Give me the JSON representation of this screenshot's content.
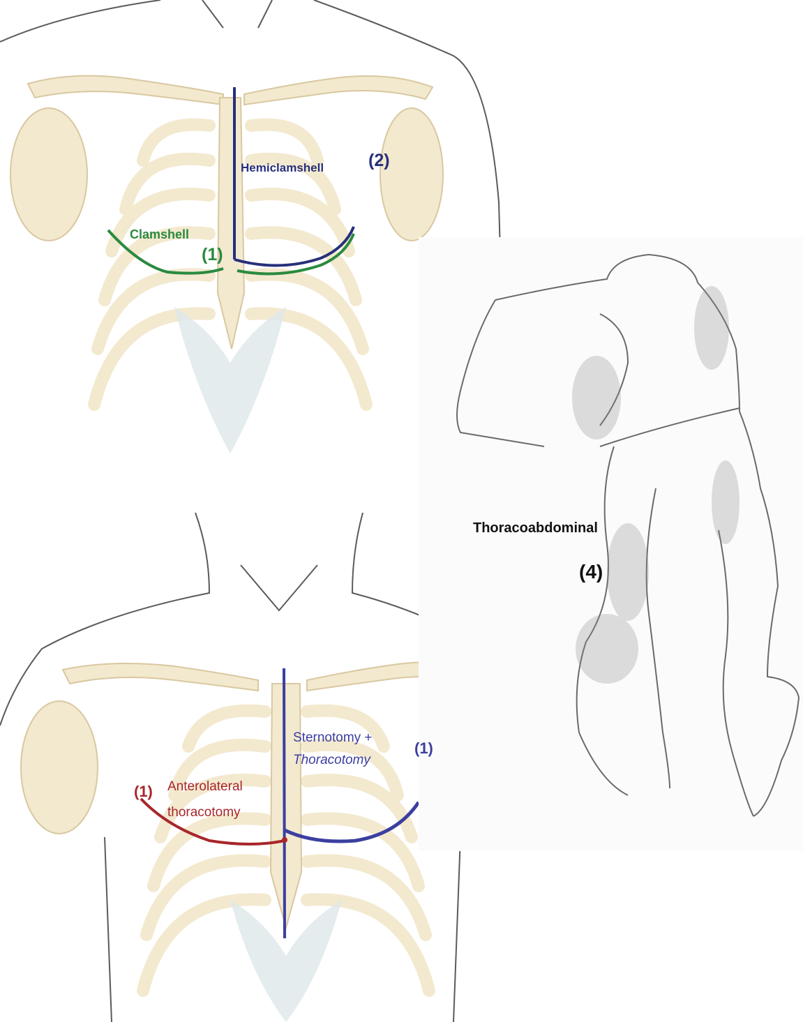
{
  "colors": {
    "bone": "#f3e9cf",
    "bone_stroke": "#d9c8a0",
    "cartilage": "#dde7ea",
    "skin_line": "#5a5a5a",
    "clamshell": "#2a8a3e",
    "hemiclamshell": "#27307a",
    "anterolateral": "#a8262b",
    "sternotomy": "#3b3fa0",
    "sketch": "#6a6a6a"
  },
  "labels": {
    "hemiclamshell": "Hemiclamshell",
    "hemiclamshell_num": "(2)",
    "clamshell": "Clamshell",
    "clamshell_num": "(1)",
    "thoracoabdominal": "Thoracoabdominal",
    "thoracoabdominal_num": "(4)",
    "anterolateral_num": "(1)",
    "anterolateral_line1": "Anterolateral",
    "anterolateral_line2": "thoracotomy",
    "sternotomy_line1": "Sternotomy +",
    "sternotomy_line2": "Thoracotomy",
    "sternotomy_num": "(1)"
  }
}
